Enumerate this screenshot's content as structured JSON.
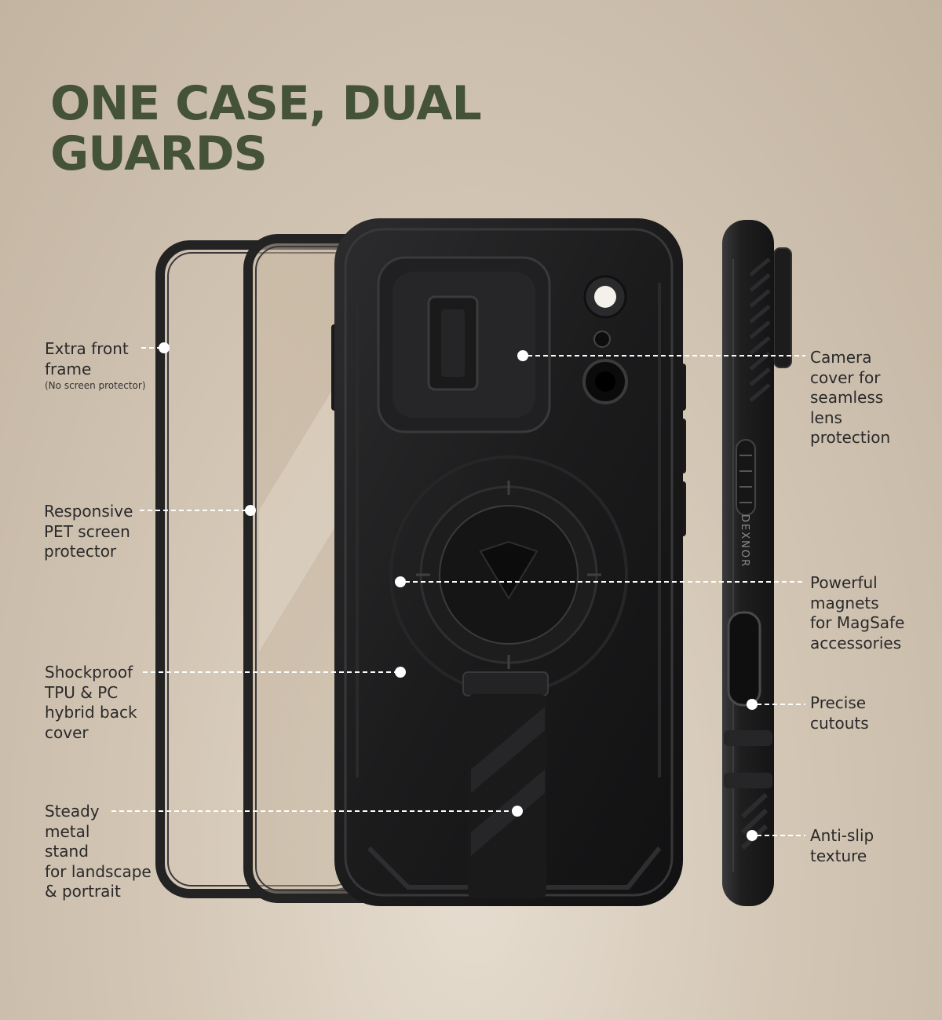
{
  "headline": {
    "line1": "ONE CASE, DUAL",
    "line2": "GUARDS"
  },
  "brand": {
    "side_logo": "DEXNOR"
  },
  "colors": {
    "headline": "#445238",
    "case": "#1c1c1d",
    "callout_line": "#ffffff"
  },
  "callouts": {
    "front_frame": {
      "lines": [
        "Extra front",
        "frame"
      ],
      "note": "(No screen protector)"
    },
    "screen_protector": {
      "lines": [
        "Responsive",
        "PET screen",
        "protector"
      ]
    },
    "back_cover": {
      "lines": [
        "Shockproof",
        "TPU & PC",
        "hybrid back",
        "cover"
      ]
    },
    "stand": {
      "lines": [
        "Steady",
        "metal",
        "stand",
        "for landscape",
        "& portrait"
      ]
    },
    "camera_cover": {
      "lines": [
        "Camera",
        "cover for",
        "seamless",
        "lens",
        "protection"
      ]
    },
    "magnets": {
      "lines": [
        "Powerful",
        "magnets",
        "for MagSafe",
        "accessories"
      ]
    },
    "cutouts": {
      "lines": [
        "Precise",
        "cutouts"
      ]
    },
    "anti_slip": {
      "lines": [
        "Anti-slip",
        "texture"
      ]
    }
  }
}
